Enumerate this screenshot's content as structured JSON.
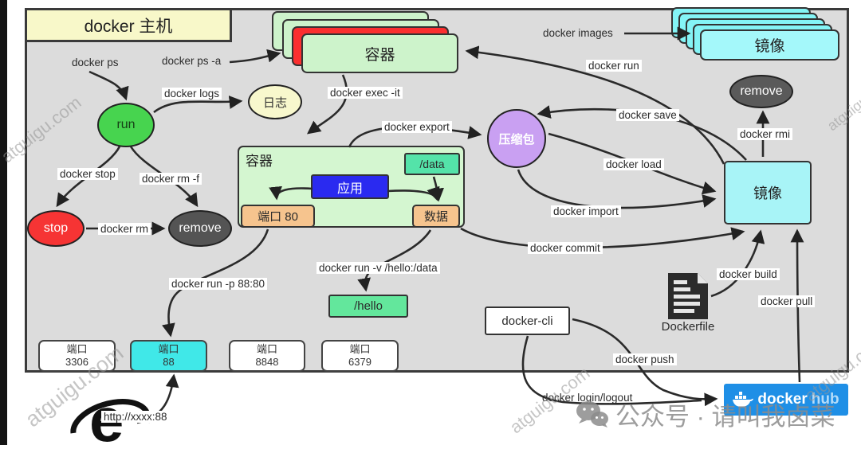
{
  "host": {
    "title": "docker 主机"
  },
  "nodes": {
    "container_stack": "容器",
    "image_stack": "镜像",
    "log": "日志",
    "run": "run",
    "stop": "stop",
    "remove_container": "remove",
    "remove_image": "remove",
    "archive": "压缩包",
    "container_box": "容器",
    "app": "应用",
    "data_volume": "/data",
    "port80": "端口 80",
    "data": "数据",
    "image_box": "镜像",
    "hello_volume": "/hello",
    "docker_cli": "docker-cli",
    "dockerfile": "Dockerfile",
    "hub_word": "docker",
    "hub_suffix": "hub"
  },
  "commands": {
    "ps": "docker ps",
    "ps_a": "docker ps -a",
    "logs": "docker logs",
    "stop": "docker stop",
    "rm_f": "docker rm -f",
    "rm": "docker rm",
    "exec": "docker exec -it",
    "export": "docker export",
    "images": "docker images",
    "run": "docker run",
    "save": "docker save",
    "rmi": "docker rmi",
    "load": "docker load",
    "import": "docker import",
    "commit": "docker commit",
    "build": "docker build",
    "pull": "docker pull",
    "push": "docker push",
    "login": "docker login/logout",
    "run_p": "docker run -p 88:80",
    "run_v": "docker run -v /hello:/data"
  },
  "ports": [
    {
      "label": "端口",
      "value": "3306"
    },
    {
      "label": "端口",
      "value": "88"
    },
    {
      "label": "端口",
      "value": "8848"
    },
    {
      "label": "端口",
      "value": "6379"
    }
  ],
  "browser": {
    "url": "http://xxxx:88"
  },
  "watermarks": {
    "site": "atguigu.com",
    "wechat": "公众号 · 请叫我卤菜"
  },
  "colors": {
    "stage_bg": "#dcdcdc",
    "title_bg": "#f8f8c9",
    "green_card": "#cdf3cb",
    "red_card": "#fb2f2f",
    "cyan_card": "#84f4f6",
    "run_green": "#47d44f",
    "stop_red": "#f63434",
    "remove_gray": "#545454",
    "archive_purple": "#c9a0f2",
    "app_blue": "#2a2af0",
    "volume_mint": "#54e3a9",
    "port_orange": "#f6c48e",
    "hub_blue": "#1f8fe6",
    "port88_cyan": "#40e8e8"
  }
}
